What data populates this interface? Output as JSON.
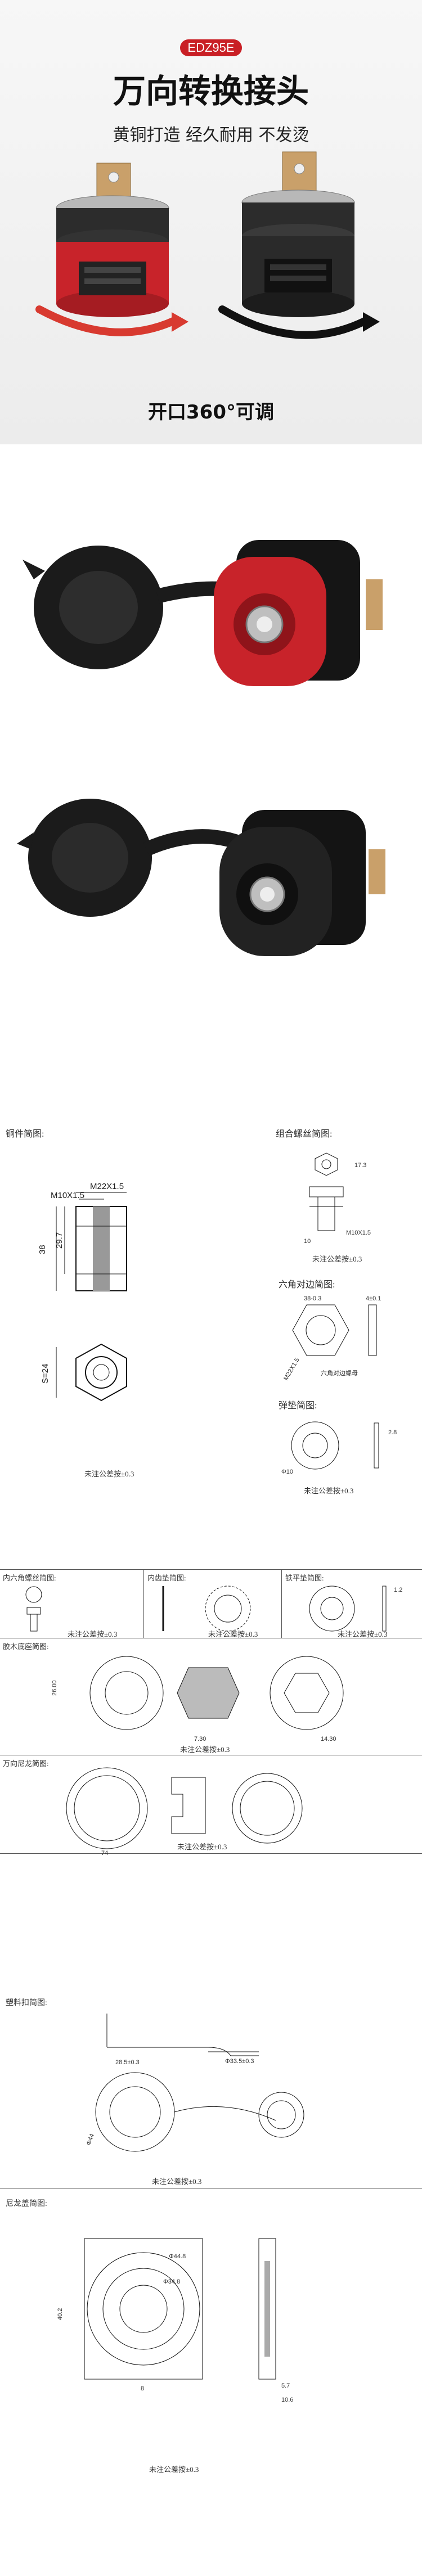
{
  "hero": {
    "badge": "EDZ95E",
    "title": "万向转换接头",
    "subtitle": "黄铜打造  经久耐用  不发烫",
    "rotate_caption": "开口360°可调",
    "colors": {
      "accent": "#c91f25",
      "red_body": "#c8232a",
      "black_body": "#2a2a2a"
    }
  },
  "drawings": {
    "copper": {
      "label": "铜件简图:",
      "dims": [
        "M22X1.5",
        "M10X1.5",
        "38",
        "29.7",
        "S=24"
      ],
      "note": "未注公差按±0.3"
    },
    "bolt": {
      "label": "组合螺丝简图:",
      "dims": [
        "17.3",
        "M10X1.5",
        "10"
      ],
      "note": "未注公差按±0.3"
    },
    "hexnut": {
      "label": "六角对边简图:",
      "dims": [
        "38-0.3",
        "4±0.1",
        "M22X1.5"
      ],
      "inner_label": "六角对边螺母"
    },
    "spring": {
      "label": "弹垫简图:",
      "dims": [
        "2.8",
        "Φ10"
      ],
      "note": "未注公差按±0.3"
    },
    "inner_hex": {
      "label": "内六角螺丝简图:",
      "note": "未注公差按±0.3"
    },
    "inner_tooth": {
      "label": "内齿垫简图:",
      "note": "未注公差按±0.3"
    },
    "flat_washer": {
      "label": "铁平垫简图:",
      "dims": [
        "1.2"
      ],
      "note": "未注公差按±0.3"
    },
    "rubber_base": {
      "label": "胶木底座简图:",
      "dims": [
        "26.00",
        "14.30",
        "7.30"
      ],
      "note": "未注公差按±0.3"
    },
    "universal_nylon": {
      "label": "万向尼龙简图:",
      "dims": [
        "74"
      ],
      "note": "未注公差按±0.3"
    },
    "plastic_cover": {
      "label": "塑料扣简图:",
      "dims": [
        "28.5±0.3",
        "Φ33.5±0.3",
        "Φ44"
      ],
      "note": "未注公差按±0.3"
    },
    "nylon_cover": {
      "label": "尼龙盖简图:",
      "dims": [
        "Φ44.8",
        "Φ34.8",
        "40.2",
        "10.6",
        "5.7",
        "8"
      ],
      "note": "未注公差按±0.3"
    }
  }
}
